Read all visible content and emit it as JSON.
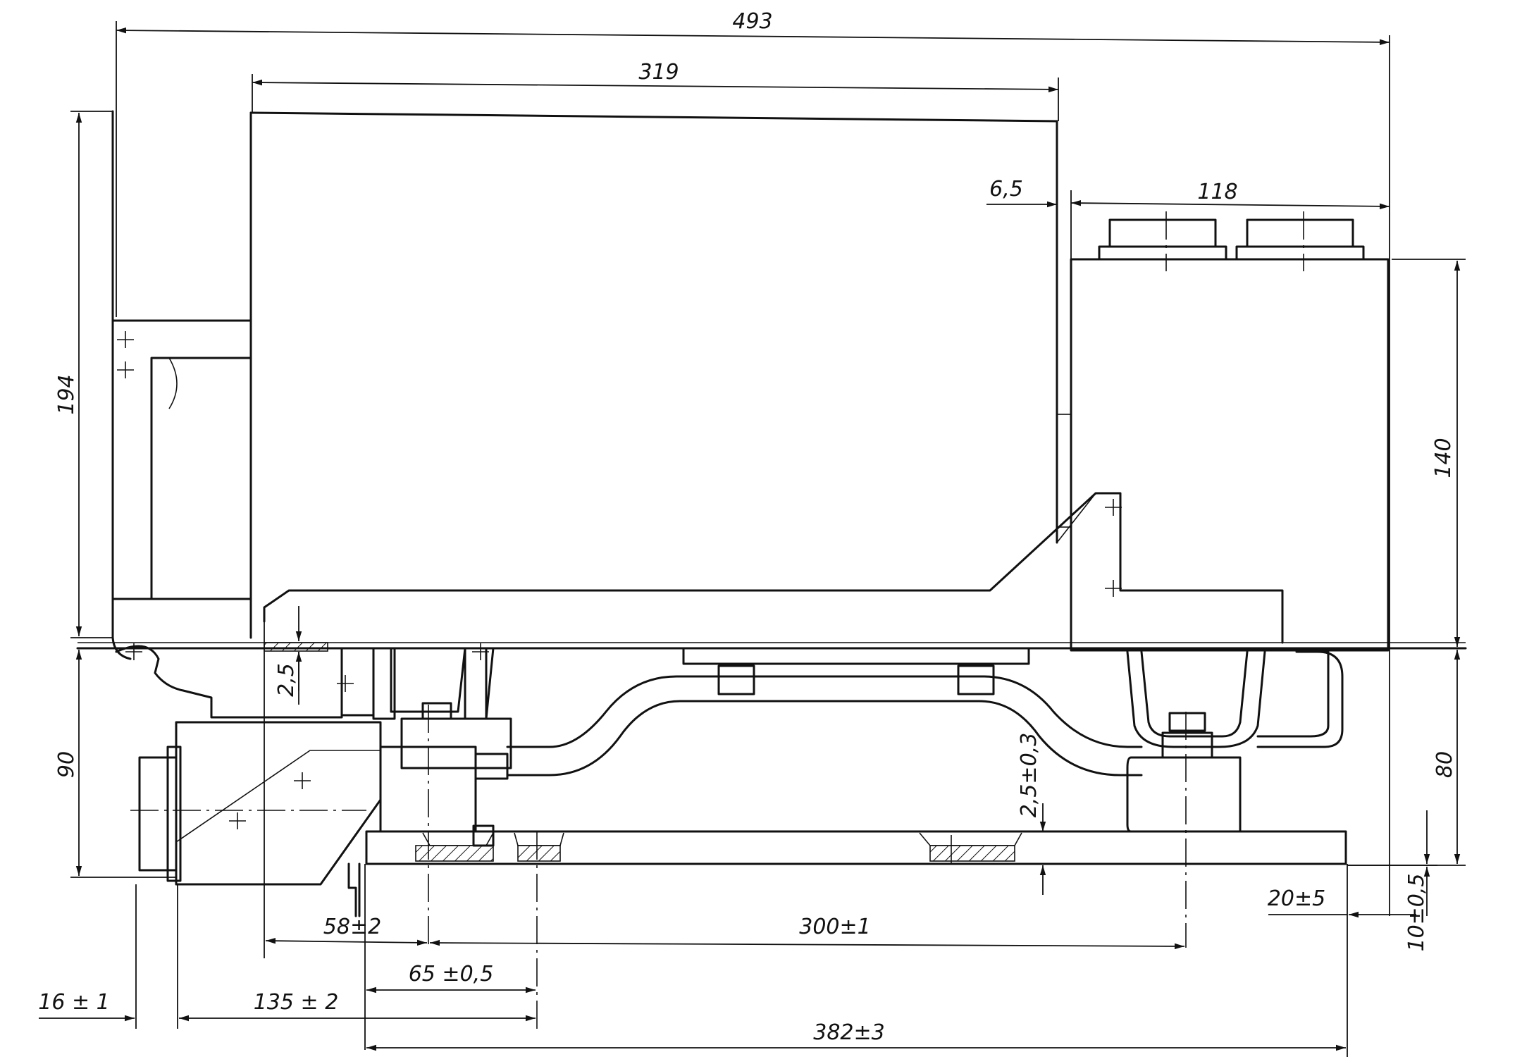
{
  "drawing": {
    "colors": {
      "ink": "#111111",
      "paper": "#ffffff"
    },
    "dimensions": {
      "overall_length": "493",
      "upper_length": "319",
      "offset": "6,5",
      "top_width": "118",
      "left_height": "194",
      "right_height": "140",
      "left_lower_height": "90",
      "right_lower_height": "80",
      "gap": "2,5",
      "plate_gap": "2,5±0,3",
      "offset_58": "58±2",
      "mount_spacing": "300±1",
      "offset_65": "65 ±0,5",
      "offset_16": "16 ± 1",
      "offset_135": "135 ± 2",
      "base_length": "382±3",
      "end_20": "20±5",
      "foot_10": "10±0,5"
    }
  }
}
